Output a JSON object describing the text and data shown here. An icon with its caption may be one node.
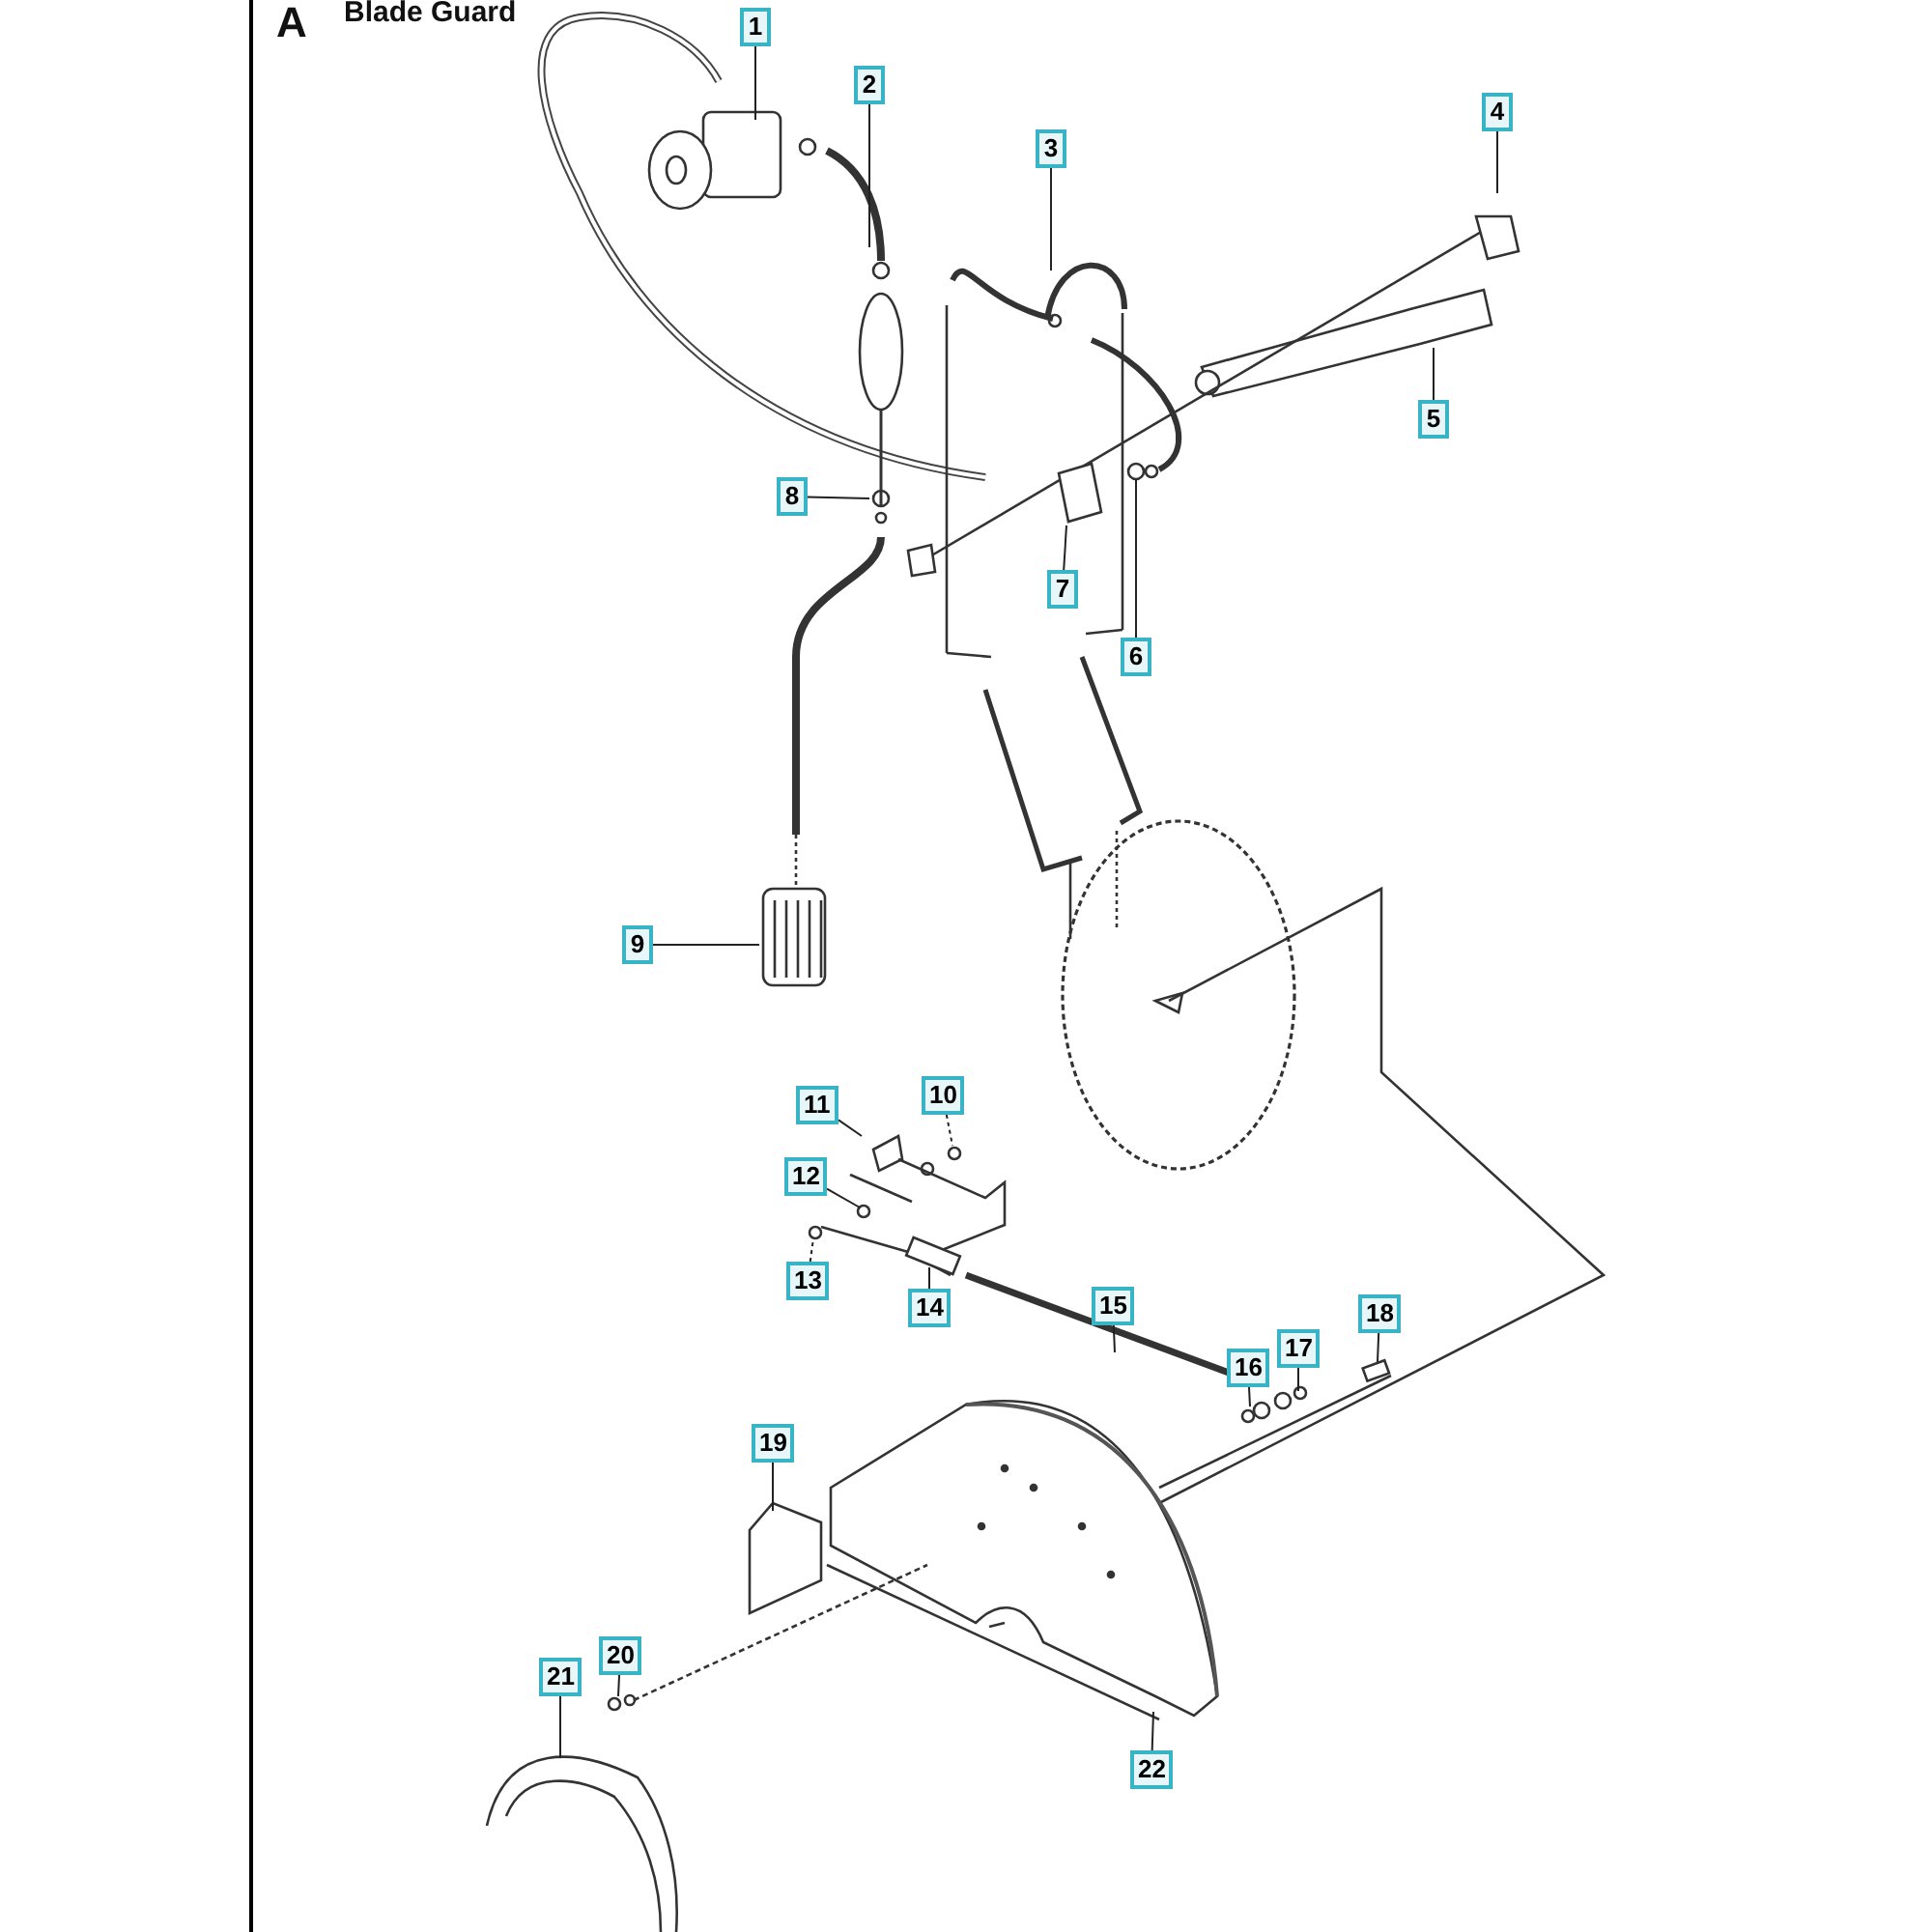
{
  "diagram": {
    "title": "Blade Guard",
    "nodes": [
      {
        "text": [
          "1"
        ]
      },
      {
        "text": [
          "2"
        ]
      },
      {
        "text": [
          "3"
        ]
      },
      {
        "text": [
          "4"
        ]
      },
      {
        "text": [
          "5"
        ]
      },
      {
        "text": [
          "6"
        ]
      },
      {
        "text": [
          "7"
        ]
      },
      {
        "text": [
          "8"
        ]
      },
      {
        "text": [
          "9"
        ]
      },
      {
        "text": [
          "10"
        ]
      },
      {
        "text": [
          "11"
        ]
      },
      {
        "text": [
          "12"
        ]
      },
      {
        "text": [
          "13"
        ]
      },
      {
        "text": [
          "14"
        ]
      },
      {
        "text": [
          "15"
        ]
      },
      {
        "text": [
          "16"
        ]
      },
      {
        "text": [
          "17"
        ]
      },
      {
        "text": [
          "18"
        ]
      },
      {
        "text": [
          "19"
        ]
      },
      {
        "text": [
          "20"
        ]
      },
      {
        "text": [
          "21"
        ]
      },
      {
        "text": [
          "22"
        ]
      }
    ],
    "edges": [
      {
        "from": 0,
        "to": null,
        "arrow": "none"
      },
      {
        "from": 1,
        "to": null,
        "arrow": "none"
      },
      {
        "from": 2,
        "to": null,
        "arrow": "none"
      },
      {
        "from": 3,
        "to": null,
        "arrow": "none"
      },
      {
        "from": 4,
        "to": null,
        "arrow": "none"
      },
      {
        "from": 5,
        "to": null,
        "arrow": "none"
      },
      {
        "from": 6,
        "to": null,
        "arrow": "none"
      },
      {
        "from": 7,
        "to": null,
        "arrow": "none"
      },
      {
        "from": 8,
        "to": null,
        "arrow": "none"
      },
      {
        "from": 9,
        "to": null,
        "arrow": "none",
        "style": "dashed"
      },
      {
        "from": 10,
        "to": null,
        "arrow": "none"
      },
      {
        "from": 11,
        "to": null,
        "arrow": "none"
      },
      {
        "from": 12,
        "to": null,
        "arrow": "none",
        "style": "dashed"
      },
      {
        "from": 13,
        "to": null,
        "arrow": "none"
      },
      {
        "from": 14,
        "to": null,
        "arrow": "none"
      },
      {
        "from": 15,
        "to": null,
        "arrow": "none"
      },
      {
        "from": 16,
        "to": null,
        "arrow": "none"
      },
      {
        "from": 17,
        "to": null,
        "arrow": "none"
      },
      {
        "from": 18,
        "to": null,
        "arrow": "none"
      },
      {
        "from": 19,
        "to": null,
        "arrow": "none"
      },
      {
        "from": 20,
        "to": null,
        "arrow": "none"
      },
      {
        "from": 21,
        "to": null,
        "arrow": "none"
      }
    ],
    "labels": [
      "A"
    ]
  }
}
